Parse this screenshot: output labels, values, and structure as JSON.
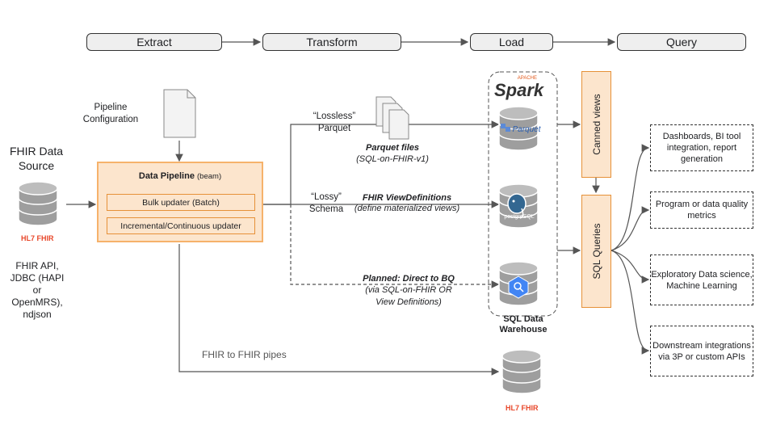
{
  "stages": [
    "Extract",
    "Transform",
    "Load",
    "Query"
  ],
  "source": {
    "title": "FHIR Data Source",
    "logo": "HL7 FHIR",
    "description": "FHIR API, JDBC (HAPI or OpenMRS), ndjson"
  },
  "config": {
    "label": "Pipeline Configuration"
  },
  "pipeline": {
    "title": "Data Pipeline",
    "subtitle": "(beam)",
    "bulk": "Bulk updater (Batch)",
    "incremental": "Incremental/Continuous updater"
  },
  "flows": {
    "lossless": "“Lossless” Parquet",
    "parquet_files": "Parquet files",
    "sql_on_fhir_v1": "(SQL-on-FHIR-v1)",
    "lossy": "“Lossy” Schema",
    "view_definitions": "FHIR ViewDefinitions",
    "materialized": "(define materialized views)",
    "planned": "Planned: Direct to BQ",
    "planned_via": "(via SQL-on-FHIR OR View Definitions)",
    "fhir_pipes": "FHIR to FHIR pipes"
  },
  "warehouse": {
    "label": "SQL Data Warehouse",
    "spark": "Spark",
    "apache": "APACHE",
    "parquet": "Parquet",
    "postgres": "postgreSQL"
  },
  "query": {
    "canned": "Canned views",
    "sql": "SQL Queries"
  },
  "outputs": [
    "Dashboards, BI tool integration, report generation",
    "Program or data quality metrics",
    "Exploratory Data science, Machine Learning",
    "Downstream integrations via 3P or custom APIs"
  ],
  "target_logo": "HL7 FHIR",
  "colors": {
    "orange_fill": "#fce5cd",
    "orange_border": "#f6b26b",
    "db_gray": "#9e9e9e",
    "hl7_red": "#e8472a"
  }
}
